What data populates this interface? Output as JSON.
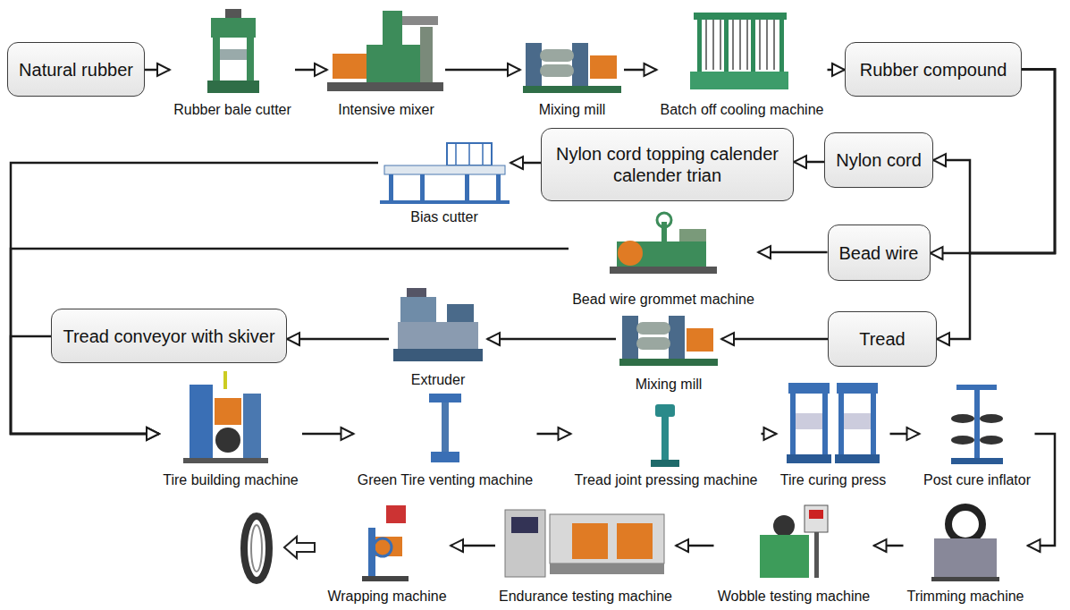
{
  "diagram": {
    "nodes": [
      {
        "text": [
          "Natural rubber"
        ]
      },
      {
        "text": [
          "Rubber bale cutter"
        ]
      },
      {
        "text": [
          "Intensive mixer"
        ]
      },
      {
        "text": [
          "Mixing mill"
        ]
      },
      {
        "text": [
          "Batch off cooling machine"
        ]
      },
      {
        "text": [
          "Rubber compound"
        ]
      },
      {
        "text": [
          "Bias cutter"
        ]
      },
      {
        "text": [
          "Nylon cord topping calender calender trian"
        ]
      },
      {
        "text": [
          "Nylon cord"
        ]
      },
      {
        "text": [
          "Bead wire grommet machine"
        ]
      },
      {
        "text": [
          "Bead wire"
        ]
      },
      {
        "text": [
          "Tread conveyor with skiver"
        ]
      },
      {
        "text": [
          "Extruder"
        ]
      },
      {
        "text": [
          "Mixing mill"
        ]
      },
      {
        "text": [
          "Tread"
        ]
      },
      {
        "text": [
          "Tire building machine"
        ]
      },
      {
        "text": [
          "Green Tire venting machine"
        ]
      },
      {
        "text": [
          "Tread joint pressing machine"
        ]
      },
      {
        "text": [
          "Tire curing press"
        ]
      },
      {
        "text": [
          "Post cure inflator"
        ]
      },
      {
        "text": [
          "Trimming machine"
        ]
      },
      {
        "text": [
          "Wobble testing machine"
        ]
      },
      {
        "text": [
          "Endurance testing machine"
        ]
      },
      {
        "text": [
          "Wrapping machine"
        ]
      }
    ],
    "edges": [
      {
        "from": 0,
        "to": 1,
        "arrow": "to"
      },
      {
        "from": 1,
        "to": 2,
        "arrow": "to"
      },
      {
        "from": 2,
        "to": 3,
        "arrow": "to"
      },
      {
        "from": 3,
        "to": 4,
        "arrow": "to"
      },
      {
        "from": 4,
        "to": 5,
        "arrow": "to"
      },
      {
        "from": 5,
        "to": 8,
        "arrow": "to"
      },
      {
        "from": 5,
        "to": 10,
        "arrow": "to"
      },
      {
        "from": 5,
        "to": 14,
        "arrow": "to"
      },
      {
        "from": 8,
        "to": 7,
        "arrow": "to"
      },
      {
        "from": 7,
        "to": 6,
        "arrow": "to"
      },
      {
        "from": 6,
        "to": 15,
        "arrow": "to"
      },
      {
        "from": 10,
        "to": 9,
        "arrow": "to"
      },
      {
        "from": 9,
        "to": 15,
        "arrow": "to"
      },
      {
        "from": 14,
        "to": 13,
        "arrow": "to"
      },
      {
        "from": 13,
        "to": 12,
        "arrow": "to"
      },
      {
        "from": 12,
        "to": 11,
        "arrow": "to"
      },
      {
        "from": 11,
        "to": 15,
        "arrow": "to"
      },
      {
        "from": 15,
        "to": 16,
        "arrow": "to"
      },
      {
        "from": 16,
        "to": 17,
        "arrow": "to"
      },
      {
        "from": 17,
        "to": 18,
        "arrow": "to"
      },
      {
        "from": 18,
        "to": 19,
        "arrow": "to"
      },
      {
        "from": 19,
        "to": 20,
        "arrow": "to"
      },
      {
        "from": 20,
        "to": 21,
        "arrow": "to"
      },
      {
        "from": 21,
        "to": 22,
        "arrow": "to"
      },
      {
        "from": 22,
        "to": 23,
        "arrow": "to"
      }
    ]
  }
}
